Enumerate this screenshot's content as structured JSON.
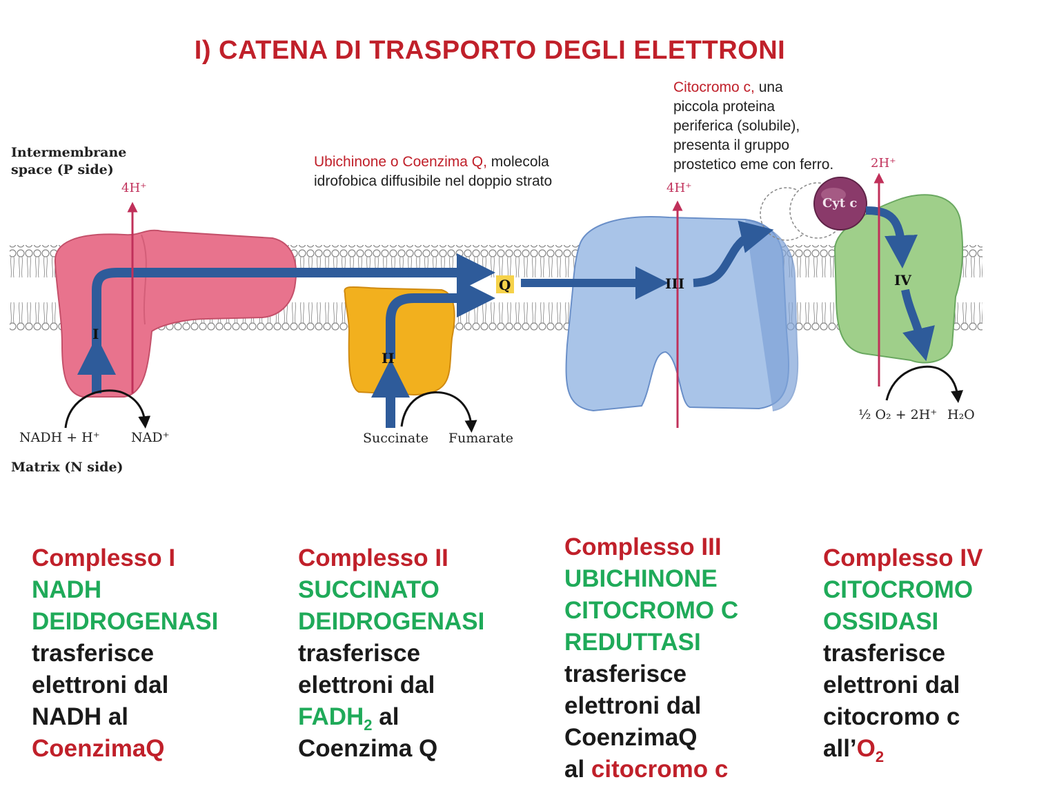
{
  "title": "I) CATENA DI TRASPORTO DEGLI ELETTRONI",
  "diagram": {
    "intermembrane_space": "Intermembrane space (P side)",
    "intermembrane_line1": "Intermembrane",
    "intermembrane_line2": "space (P side)",
    "matrix_label": "Matrix (N side)",
    "proton_complex1": "4H⁺",
    "proton_complex3": "4H⁺",
    "proton_complex4": "2H⁺",
    "complex_labels": [
      "I",
      "II",
      "Q",
      "III",
      "IV"
    ],
    "cyt_c_label": "Cyt c",
    "nadh_label": "NADH + H⁺",
    "nad_label": "NAD⁺",
    "succinate_label": "Succinate",
    "fumarate_label": "Fumarate",
    "oxygen_label": "½ O₂ + 2H⁺",
    "water_label": "H₂O",
    "ubiquinone_note_red": "Ubichinone o Coenzima Q,",
    "ubiquinone_note_rest1": " molecola",
    "ubiquinone_note_line2": "idrofobica diffusibile nel doppio strato",
    "cyt_note_red": "Citocromo c,",
    "cyt_note_rest1": " una",
    "cyt_note_line2": "piccola proteina",
    "cyt_note_line3": "periferica (solubile),",
    "cyt_note_line4": "presenta il gruppo",
    "cyt_note_line5": "prostetico eme con ferro."
  },
  "columns": [
    {
      "heading": "Complesso I",
      "name_lines": [
        "NADH",
        "DEIDROGENASI"
      ],
      "text_lines": [
        "trasferisce",
        "elettroni dal",
        "NADH al"
      ],
      "target": "CoenzimaQ"
    },
    {
      "heading": "Complesso II",
      "name_lines": [
        "SUCCINATO",
        "DEIDROGENASI"
      ],
      "text_lines": [
        "trasferisce",
        "elettroni dal"
      ],
      "fadh": "FADH",
      "fadh_sub": "2",
      "fadh_after": " al",
      "last_line": "Coenzima Q"
    },
    {
      "heading": "Complesso III",
      "name_lines": [
        "UBICHINONE",
        "CITOCROMO C",
        "REDUTTASI"
      ],
      "text_lines": [
        "trasferisce",
        "elettroni dal",
        "CoenzimaQ"
      ],
      "al_prefix": "al ",
      "target": "citocromo c"
    },
    {
      "heading": "Complesso IV",
      "name_lines": [
        "CITOCROMO",
        "OSSIDASI"
      ],
      "text_lines": [
        "trasferisce",
        "elettroni dal",
        "citocromo c"
      ],
      "all_prefix": "all’",
      "o2": "O",
      "o2_sub": "2"
    }
  ],
  "colors": {
    "title_red": "#c0202a",
    "green": "#1faa59",
    "complex1": "#e8738d",
    "complex2": "#f2b01e",
    "complex3": "#a9c4e8",
    "complex4": "#9fcf8a",
    "cyt_c": "#8a3a6a",
    "arrow_blue": "#2e5b9a",
    "proton_line": "#c0305a"
  }
}
